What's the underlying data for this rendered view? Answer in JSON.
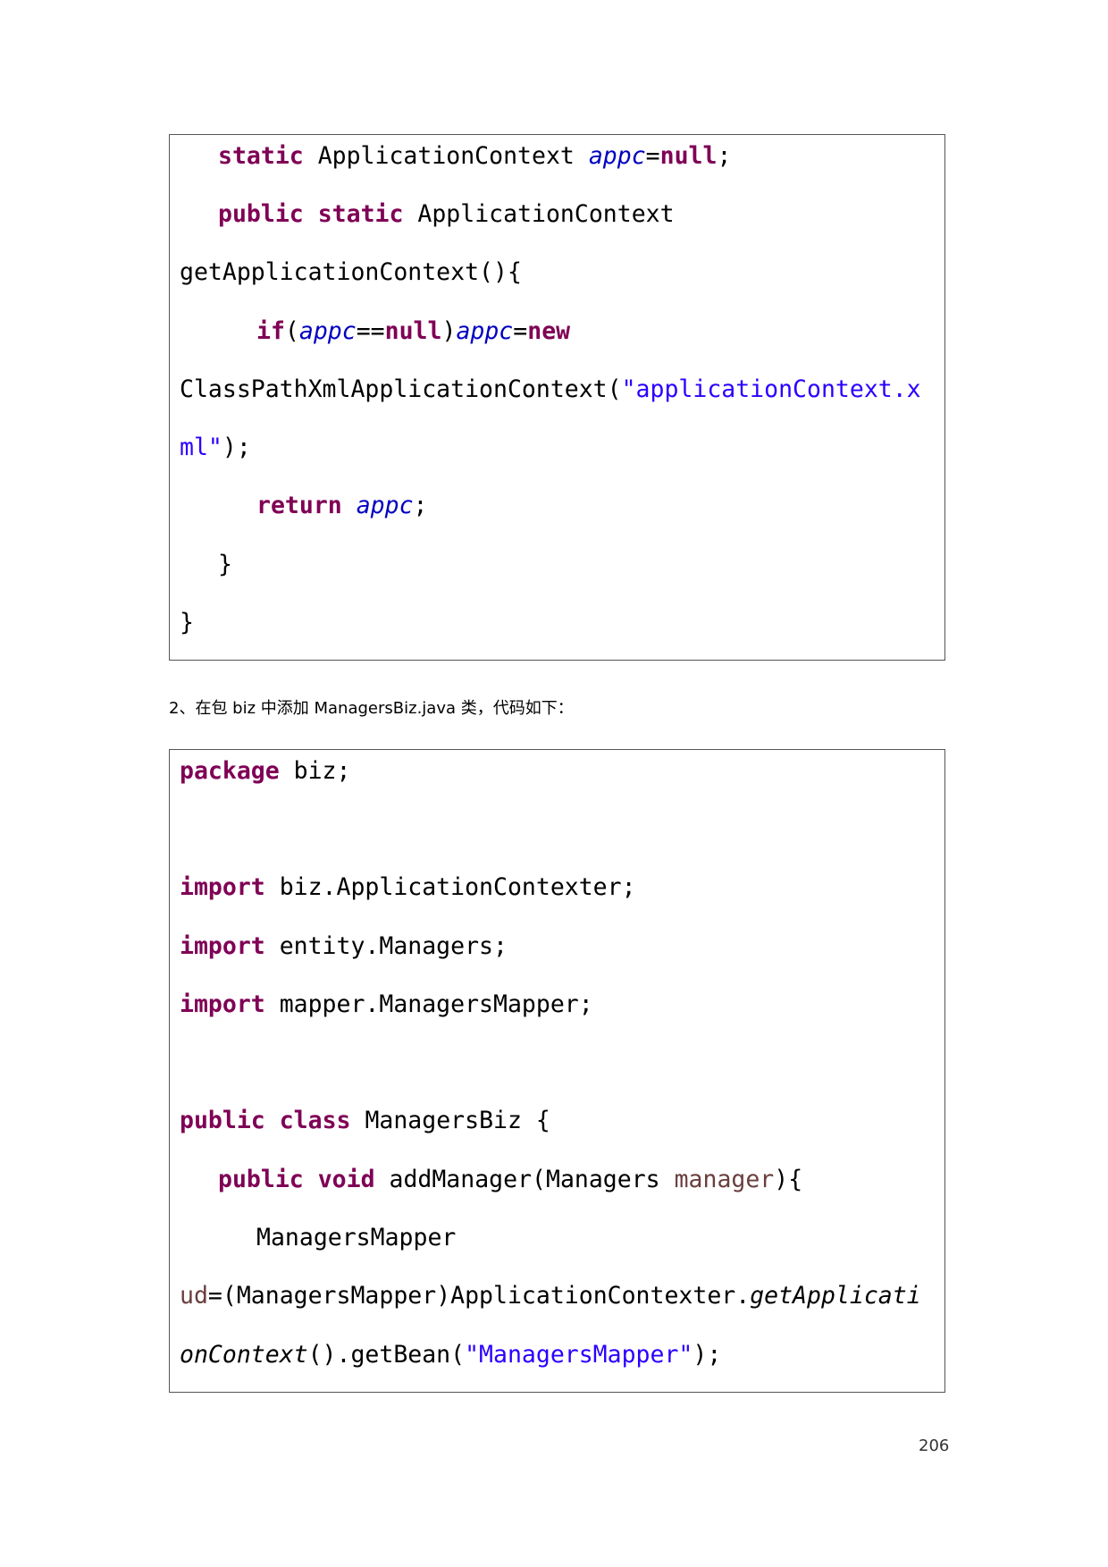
{
  "code_block_1": {
    "line_1": {
      "kw1": "static",
      "t1": " ApplicationContext ",
      "f1": "appc",
      "t2": "=",
      "kw2": "null",
      "t3": ";"
    },
    "line_2": {
      "kw1": "public",
      "t1": " ",
      "kw2": "static",
      "t2": " ApplicationContext"
    },
    "line_3": {
      "t1": "getApplicationContext(){"
    },
    "line_4": {
      "kw1": "if",
      "t1": "(",
      "f1": "appc",
      "t2": "==",
      "kw2": "null",
      "t3": ")",
      "f2": "appc",
      "t4": "=",
      "kw3": "new"
    },
    "line_5": {
      "t1": "ClassPathXmlApplicationContext(",
      "s1": "\"applicationContext.x"
    },
    "line_6": {
      "s1": "ml\"",
      "t1": ");"
    },
    "line_7": {
      "kw1": "return",
      "t1": " ",
      "f1": "appc",
      "t2": ";"
    },
    "line_8": {
      "t1": "}"
    },
    "line_9": {
      "t1": "}"
    }
  },
  "caption": "2、在包 biz 中添加 ManagersBiz.java 类，代码如下：",
  "code_block_2": {
    "line_1": {
      "kw1": "package",
      "t1": " biz;"
    },
    "line_2": {
      "kw1": "import",
      "t1": " biz.ApplicationContexter;"
    },
    "line_3": {
      "kw1": "import",
      "t1": " entity.Managers;"
    },
    "line_4": {
      "kw1": "import",
      "t1": " mapper.ManagersMapper;"
    },
    "line_5": {
      "kw1": "public",
      "t1": " ",
      "kw2": "class",
      "t2": " ManagersBiz {"
    },
    "line_6": {
      "kw1": "public",
      "t1": " ",
      "kw2": "void",
      "t2": " addManager(Managers ",
      "p1": "manager",
      "t3": "){"
    },
    "line_7": {
      "t1": "ManagersMapper"
    },
    "line_8": {
      "p1": "ud",
      "t1": "=(ManagersMapper)ApplicationContexter.",
      "sm1": "getApplicati"
    },
    "line_9": {
      "sm1": "onContext",
      "t1": "().getBean(",
      "s1": "\"ManagersMapper\"",
      "t2": ");"
    }
  },
  "page_number": "206"
}
